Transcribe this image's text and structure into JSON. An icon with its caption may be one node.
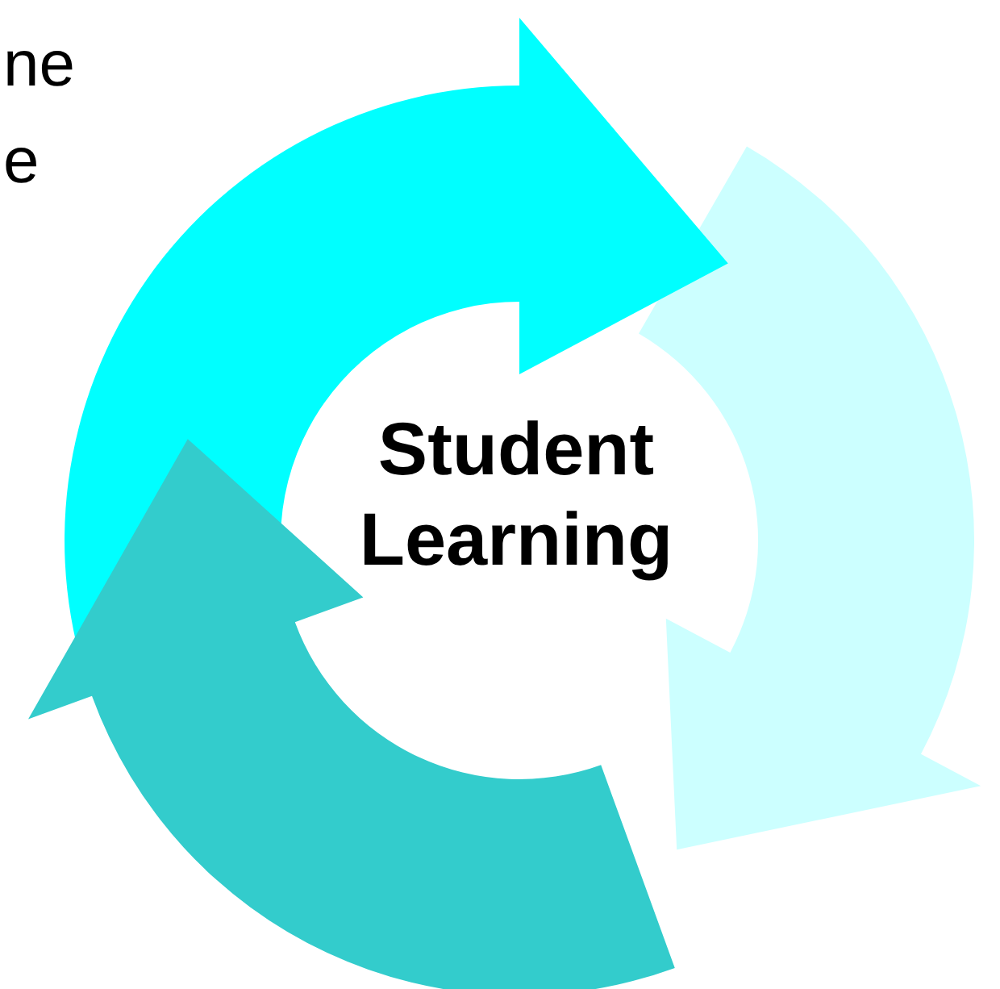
{
  "diagram": {
    "nodes": [
      {
        "text": [
          "Student Learning"
        ]
      }
    ],
    "labels": [
      "ne",
      "e"
    ]
  }
}
